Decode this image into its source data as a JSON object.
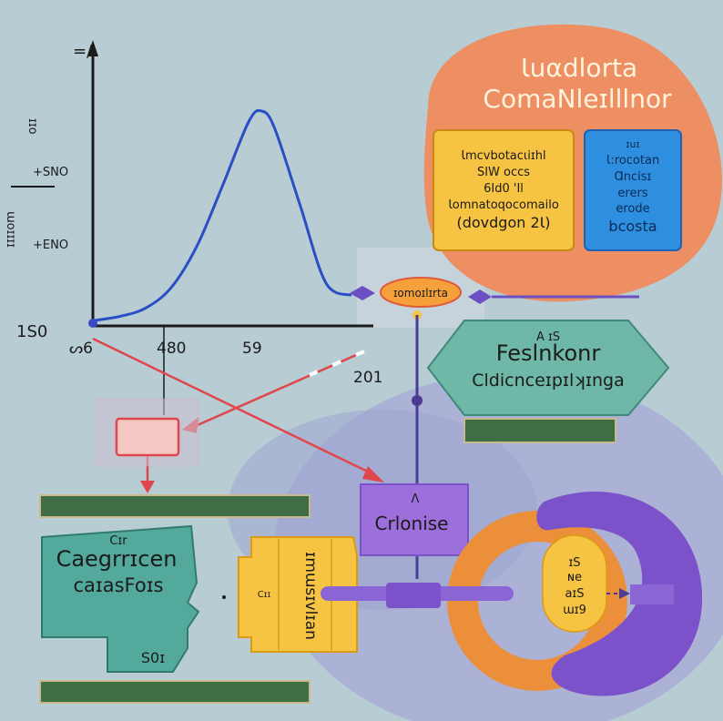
{
  "chart": {
    "y_top_label": "=/",
    "y_side_upper": "ɪɪo",
    "y_side_lower": "ɯoɪɪɪɪ",
    "y_mark_1": "+SNO",
    "y_mark_2": "+ENO",
    "y_origin": "1S0",
    "x_ticks": [
      "ᔕ6",
      "480",
      "59"
    ],
    "x_end": "201"
  },
  "chart_data": {
    "type": "line",
    "title": "",
    "xlabel": "",
    "ylabel": "",
    "x_tick_labels": [
      "ᔕ6",
      "480",
      "59",
      "201"
    ],
    "y_tick_labels": [
      "1S0",
      "+ENO",
      "+SNO",
      "=/"
    ],
    "series": [
      {
        "shape": "single bell-shaped peak",
        "x_fraction": [
          0,
          0.1,
          0.2,
          0.3,
          0.4,
          0.5,
          0.6,
          0.65,
          0.7,
          0.8,
          0.9,
          1.0
        ],
        "y_fraction": [
          0.0,
          0.02,
          0.06,
          0.16,
          0.36,
          0.65,
          0.95,
          1.0,
          0.92,
          0.55,
          0.18,
          0.12
        ]
      }
    ]
  },
  "title_bubble": {
    "title_line1": "Ɩuαdlorta",
    "title_line2": "ComaNleɪlllnor",
    "yellow_lines": [
      "Ɩmcvbotacɩiɪhl",
      "SIW occs",
      "6Id0 'Il",
      "Ɩomnatoqocomailo",
      "(dovdgon 2Ɩ)"
    ],
    "blue_lines": [
      "ɪuɪ",
      "Ɩ:rocotan",
      "Ɑncisɪ",
      "erers",
      "erode",
      "bcosta"
    ]
  },
  "connector": {
    "label": "ɪomoɪlɪrta"
  },
  "hexagon": {
    "small": "A ɪS",
    "line1": "Feslnkonr",
    "line2": "Cldicnceɪpɪlʞɪnga"
  },
  "chanise_box": {
    "caret": "Λ",
    "label": "Crlonise"
  },
  "teal_card": {
    "small": "Cɪr",
    "line1": "Caegrrɪcen",
    "line2": "caɪasFoɪs",
    "foot": "S0ɪ"
  },
  "yellow_block": {
    "side": "Cɪɪ",
    "vertical": "ɪmɯsɪvlɪan"
  },
  "ring_pill": {
    "lines": [
      "ɪS",
      "ɴe",
      "aɪS",
      "ɯɪ9"
    ]
  },
  "colors": {
    "background": "#b7ccd3",
    "curve": "#2a4fc4",
    "red_arrow": "#e0464b",
    "purple": "#7b52c9",
    "green_bar": "#3f6e45",
    "teal": "#54a99d",
    "yellow": "#f6c343",
    "orange": "#ec8f3a",
    "blue": "#2e8fe0"
  }
}
